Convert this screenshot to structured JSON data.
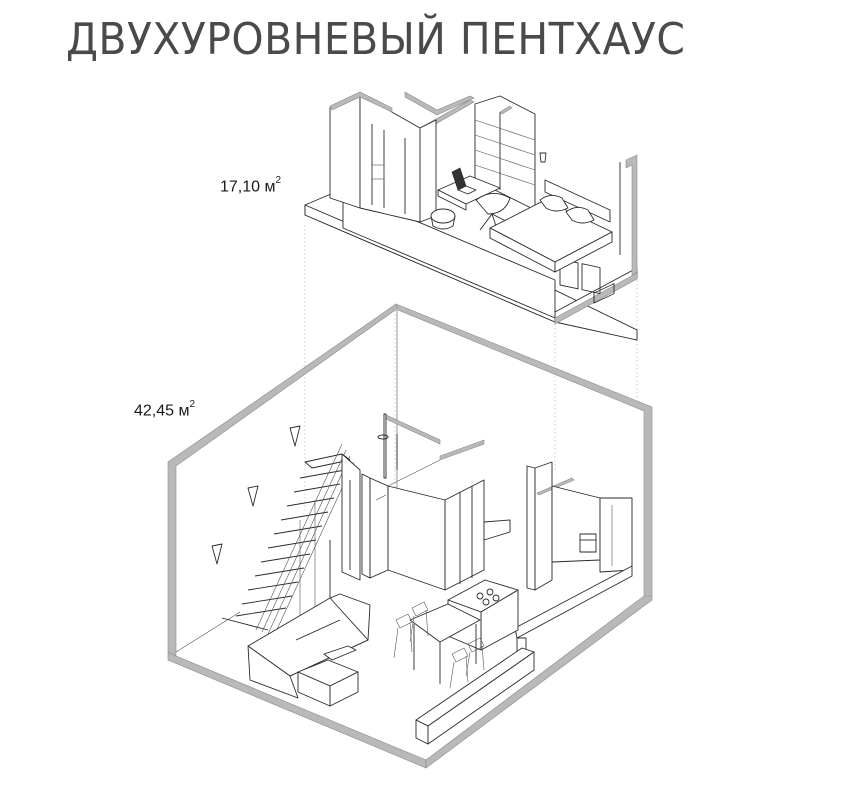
{
  "title": "ДВУХУРОВНЕВЫЙ ПЕНТХАУС",
  "levels": [
    {
      "name": "upper-level",
      "area_value": "17,10 м",
      "area_unit_exponent": "2",
      "contents": [
        "wardrobe",
        "bookshelves",
        "desk",
        "laptop",
        "chair",
        "pouf",
        "double-bed",
        "pillows",
        "wall-pictures",
        "wall-lamp"
      ]
    },
    {
      "name": "lower-level",
      "area_value": "42,45 м",
      "area_unit_exponent": "2",
      "contents": [
        "staircase",
        "storage-shelving",
        "bathroom-block",
        "shower",
        "wardrobe-doors",
        "kitchen",
        "oven",
        "sink",
        "cooktop-island",
        "dining-table",
        "chairs",
        "sofa",
        "ottoman",
        "side-table",
        "bench",
        "wall-lamps"
      ]
    }
  ],
  "colors": {
    "title": "#4a4a4a",
    "wall_section": "#b9b9b9",
    "line": "#2a2a2a",
    "background": "#ffffff"
  }
}
